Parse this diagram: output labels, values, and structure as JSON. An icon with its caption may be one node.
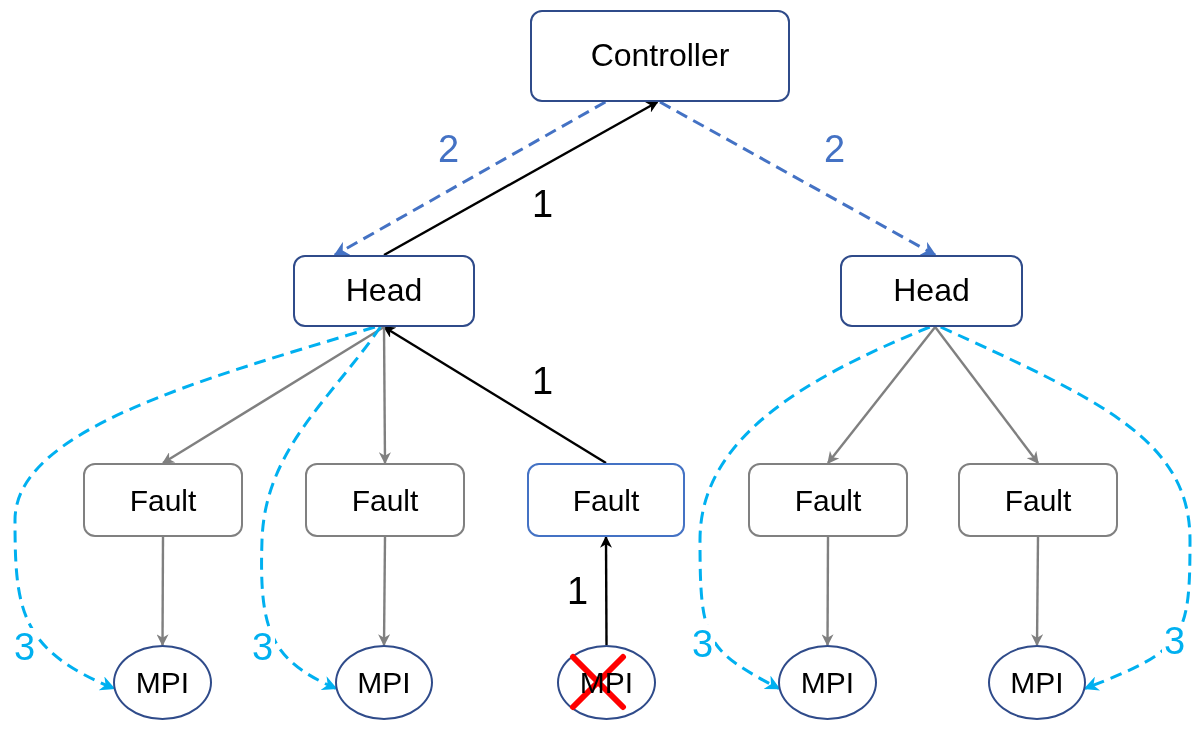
{
  "diagram": {
    "nodes": [
      {
        "text": [
          "Controller"
        ]
      },
      {
        "text": [
          "Head"
        ]
      },
      {
        "text": [
          "Head"
        ]
      },
      {
        "text": [
          "Fault"
        ]
      },
      {
        "text": [
          "Fault"
        ]
      },
      {
        "text": [
          "Fault"
        ]
      },
      {
        "text": [
          "Fault"
        ]
      },
      {
        "text": [
          "Fault"
        ]
      },
      {
        "text": [
          "MPI"
        ]
      },
      {
        "text": [
          "MPI"
        ]
      },
      {
        "text": [
          "MPI"
        ]
      },
      {
        "text": [
          "MPI"
        ]
      },
      {
        "text": [
          "MPI"
        ]
      }
    ],
    "edges": [
      {
        "from": 1,
        "to": 0,
        "arrow": "to",
        "label": "1",
        "color": "#000000"
      },
      {
        "from": 0,
        "to": 1,
        "arrow": "to",
        "label": "2",
        "style": "dashed",
        "color": "#4472c4"
      },
      {
        "from": 0,
        "to": 2,
        "arrow": "to",
        "label": "2",
        "style": "dashed",
        "color": "#4472c4"
      },
      {
        "from": 5,
        "to": 1,
        "arrow": "to",
        "label": "1",
        "color": "#000000"
      },
      {
        "from": 10,
        "to": 5,
        "arrow": "to",
        "label": "1",
        "color": "#000000"
      },
      {
        "from": 1,
        "to": 3,
        "arrow": "to"
      },
      {
        "from": 1,
        "to": 4,
        "arrow": "to"
      },
      {
        "from": 3,
        "to": 8,
        "arrow": "to"
      },
      {
        "from": 4,
        "to": 9,
        "arrow": "to"
      },
      {
        "from": 2,
        "to": 6,
        "arrow": "to"
      },
      {
        "from": 2,
        "to": 7,
        "arrow": "to"
      },
      {
        "from": 6,
        "to": 11,
        "arrow": "to"
      },
      {
        "from": 7,
        "to": 12,
        "arrow": "to"
      },
      {
        "from": 1,
        "to": 8,
        "arrow": "to",
        "label": "3",
        "style": "dashed",
        "color": "#00b0f0"
      },
      {
        "from": 1,
        "to": 9,
        "arrow": "to",
        "label": "3",
        "style": "dashed",
        "color": "#00b0f0"
      },
      {
        "from": 2,
        "to": 11,
        "arrow": "to",
        "label": "3",
        "style": "dashed",
        "color": "#00b0f0"
      },
      {
        "from": 2,
        "to": 12,
        "arrow": "to",
        "label": "3",
        "style": "dashed",
        "color": "#00b0f0"
      }
    ]
  }
}
